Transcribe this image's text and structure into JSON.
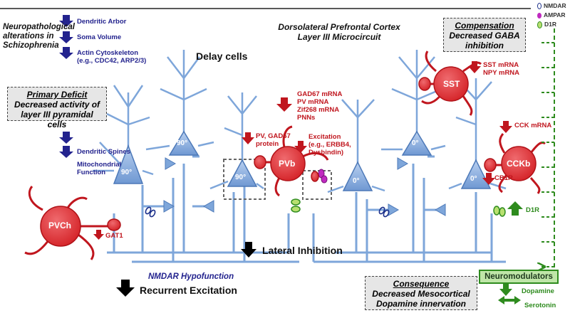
{
  "title": {
    "line1": "Dorsolateral Prefrontal Cortex",
    "line2": "Layer III Microcircuit"
  },
  "left_header": {
    "line1": "Neuropathological",
    "line2": "alterations in",
    "line3": "Schizophrenia"
  },
  "top_alterations": [
    {
      "text": "Dendritic Arbor"
    },
    {
      "text": "Soma Volume"
    },
    {
      "text": "Actin Cytoskeleton",
      "sub": "(e.g., CDC42, ARP2/3)"
    }
  ],
  "mid_alterations": [
    {
      "text": "Dendritic Spines"
    },
    {
      "text": "Mitochondrial",
      "sub": "Function"
    }
  ],
  "delay_cells": "Delay cells",
  "primary_deficit": {
    "heading": "Primary Deficit",
    "line1": "Decreased activity of",
    "line2": "layer III pyramidal cells"
  },
  "compensation": {
    "heading": "Compensation",
    "line1": "Decreased GABA",
    "line2": "inhibition"
  },
  "consequence": {
    "heading": "Consequence",
    "line1": "Decreased Mesocortical",
    "line2": "Dopamine innervation"
  },
  "legend": {
    "nmdar": "NMDAR",
    "ampar": "AMPAR",
    "d1r": "D1R"
  },
  "pyramidal_labels": [
    "90°",
    "90°",
    "90°",
    "0°",
    "0°",
    "0°"
  ],
  "interneurons": {
    "pvch": "PVCh",
    "pvb": "PVb",
    "sst": "SST",
    "cckb": "CCKb"
  },
  "pvb_markers": [
    "GAD67 mRNA",
    "PV mRNA",
    "Zif268 mRNA",
    "PNNs"
  ],
  "pvb_protein": {
    "line1": "PV, GAD67",
    "line2": "protein"
  },
  "excitation": {
    "line1": "Excitation",
    "line2": "(e.g., ERBB4,",
    "line3": "Dysbindin)"
  },
  "sst_markers": {
    "line1": "SST mRNA",
    "line2": "NPY mRNA"
  },
  "cck_marker": "CCK mRNA",
  "cb1r": "CB1R",
  "gat1": "GAT1",
  "d1r_label": "D1R",
  "lateral_inhibition": "Lateral Inhibition",
  "nmdar_hypofunction": "NMDAR Hypofunction",
  "recurrent_excitation": "Recurrent Excitation",
  "neuromodulators": {
    "title": "Neuromodulators",
    "dopamine": "Dopamine",
    "serotonin": "Serotonin"
  },
  "colors": {
    "navy": "#23238e",
    "red": "#c0161e",
    "green": "#2e8b1e",
    "neuron_blue": "#7ea6da",
    "interneuron_red": "#d9262c"
  }
}
